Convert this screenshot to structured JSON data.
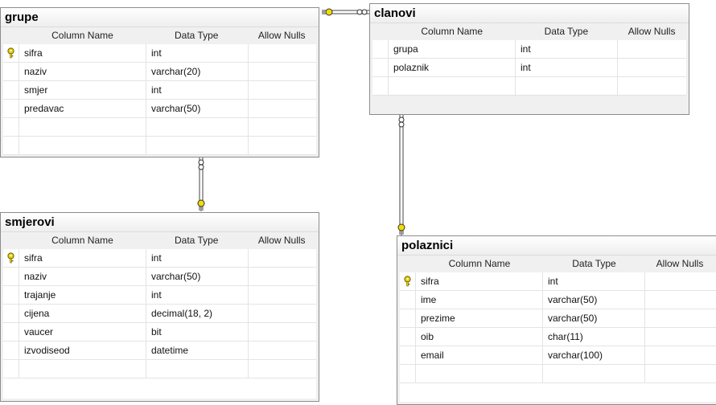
{
  "headers": {
    "column_name": "Column Name",
    "data_type": "Data Type",
    "allow_nulls": "Allow Nulls"
  },
  "tables": {
    "grupe": {
      "name": "grupe",
      "rows": [
        {
          "column": "sifra",
          "type": "int",
          "key": true
        },
        {
          "column": "naziv",
          "type": "varchar(20)"
        },
        {
          "column": "smjer",
          "type": "int"
        },
        {
          "column": "predavac",
          "type": "varchar(50)"
        }
      ]
    },
    "clanovi": {
      "name": "clanovi",
      "rows": [
        {
          "column": "grupa",
          "type": "int"
        },
        {
          "column": "polaznik",
          "type": "int"
        }
      ]
    },
    "smjerovi": {
      "name": "smjerovi",
      "rows": [
        {
          "column": "sifra",
          "type": "int",
          "key": true
        },
        {
          "column": "naziv",
          "type": "varchar(50)"
        },
        {
          "column": "trajanje",
          "type": "int"
        },
        {
          "column": "cijena",
          "type": "decimal(18, 2)"
        },
        {
          "column": "vaucer",
          "type": "bit"
        },
        {
          "column": "izvodiseod",
          "type": "datetime"
        }
      ]
    },
    "polaznici": {
      "name": "polaznici",
      "rows": [
        {
          "column": "sifra",
          "type": "int",
          "key": true
        },
        {
          "column": "ime",
          "type": "varchar(50)"
        },
        {
          "column": "prezime",
          "type": "varchar(50)"
        },
        {
          "column": "oib",
          "type": "char(11)"
        },
        {
          "column": "email",
          "type": "varchar(100)"
        }
      ]
    }
  },
  "colors": {
    "key_icon": "#e8d000",
    "connector": "#444444"
  }
}
